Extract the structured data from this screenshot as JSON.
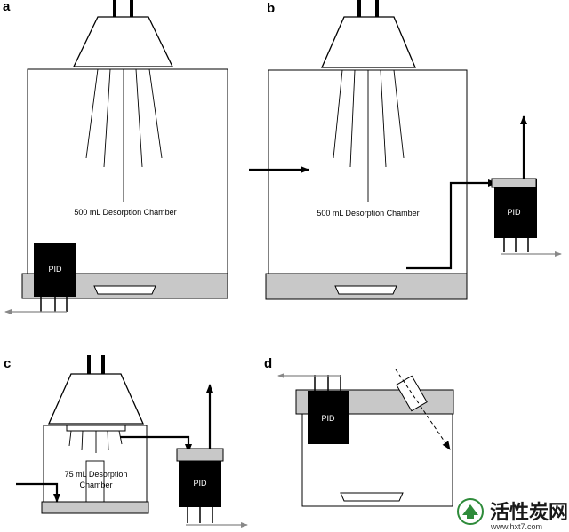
{
  "panels": {
    "a": {
      "letter": "a",
      "chamber_label": "500 mL Desorption Chamber",
      "pid_label": "PID"
    },
    "b": {
      "letter": "b",
      "chamber_label": "500 mL Desorption Chamber",
      "pid_label": "PID"
    },
    "c": {
      "letter": "c",
      "chamber_label_line1": "75 mL Desorption",
      "chamber_label_line2": "Chamber",
      "pid_label": "PID"
    },
    "d": {
      "letter": "d",
      "pid_label": "PID"
    }
  },
  "watermark": {
    "text_cn": "活性炭网",
    "url": "www.hxt7.com"
  },
  "colors": {
    "ink": "#000000",
    "gray_fill": "#c8c8c8",
    "arrow_gray": "#888888"
  }
}
